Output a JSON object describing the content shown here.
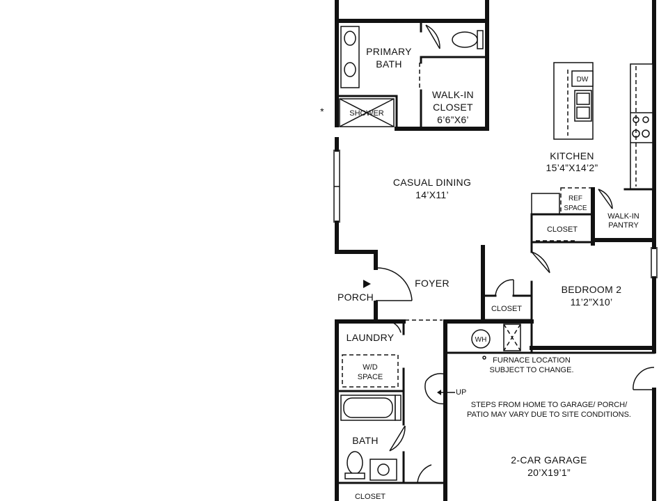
{
  "rooms": {
    "primary_bath": [
      "PRIMARY",
      "BATH"
    ],
    "walk_in_closet": [
      "WALK-IN",
      "CLOSET",
      "6’6”X6’"
    ],
    "shower": "SHOWER",
    "kitchen": [
      "KITCHEN",
      "15’4”X14’2”"
    ],
    "dishwasher": "DW",
    "casual_dining": [
      "CASUAL DINING",
      "14’X11’"
    ],
    "ref_space": [
      "REF",
      "SPACE"
    ],
    "walk_in_pantry": [
      "WALK-IN",
      "PANTRY"
    ],
    "closet_bedroom": "CLOSET",
    "bedroom_2": [
      "BEDROOM 2",
      "11’2”X10’"
    ],
    "porch": "PORCH",
    "foyer": "FOYER",
    "closet_foyer": "CLOSET",
    "laundry": "LAUNDRY",
    "wd_space": [
      "W/D",
      "SPACE"
    ],
    "water_heater": "WH",
    "bath": "BATH",
    "closet_bottom": "CLOSET",
    "garage": [
      "2-CAR GARAGE",
      "20’X19’1”"
    ]
  },
  "notes": {
    "furnace": [
      "FURNACE LOCATION",
      "SUBJECT TO CHANGE."
    ],
    "steps": [
      "STEPS FROM HOME TO GARAGE/ PORCH/",
      "PATIO MAY VARY DUE TO SITE CONDITIONS."
    ],
    "up": "UP",
    "asterisk": "*"
  }
}
